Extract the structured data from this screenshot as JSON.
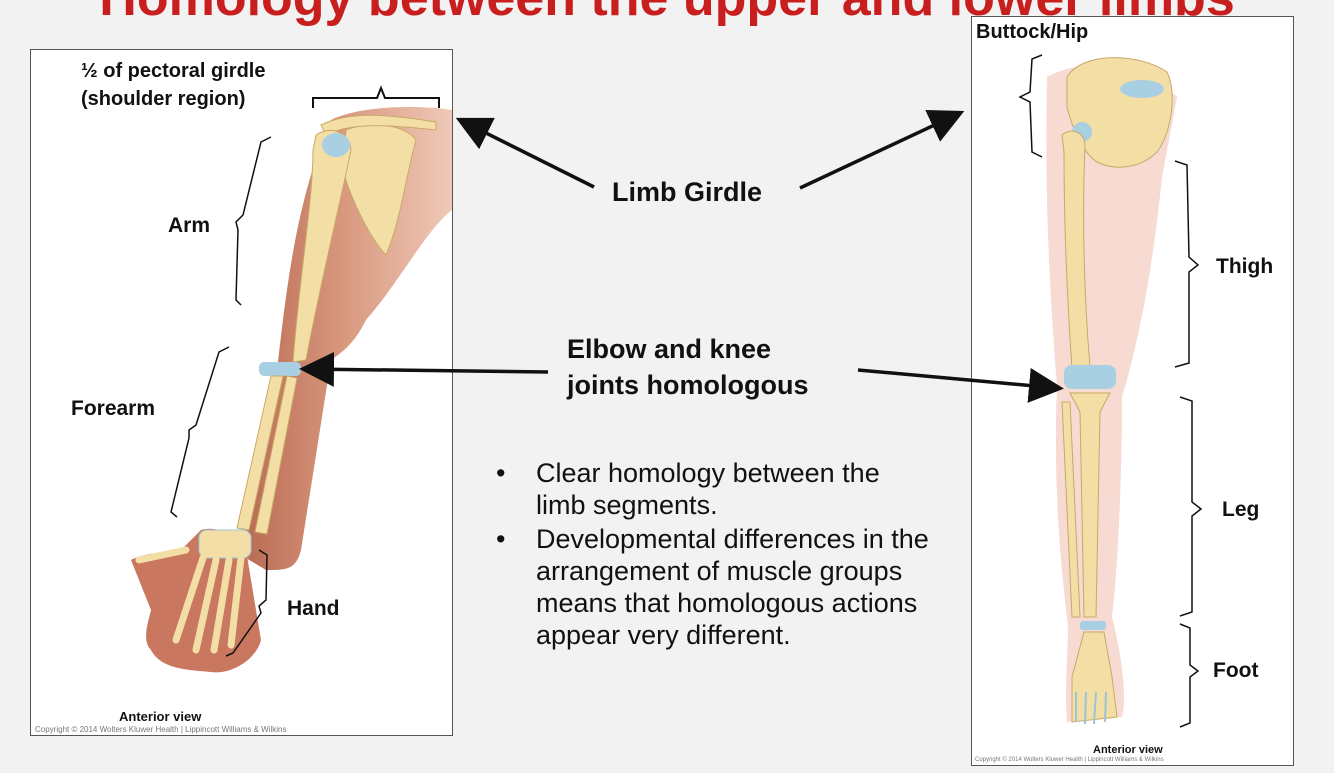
{
  "title": "Homology between the upper and lower limbs",
  "arm_panel": {
    "girdle_label": "½ of pectoral girdle",
    "girdle_label_2": "(shoulder region)",
    "arm": "Arm",
    "forearm": "Forearm",
    "hand": "Hand",
    "view": "Anterior view",
    "copyright": "Copyright © 2014 Wolters Kluwer Health | Lippincott Williams & Wilkins"
  },
  "leg_panel": {
    "hip": "Buttock/Hip",
    "thigh": "Thigh",
    "leg": "Leg",
    "foot": "Foot",
    "view": "Anterior view",
    "copyright": "Copyright © 2014 Wolters Kluwer Health | Lippincott Williams & Wilkins"
  },
  "center": {
    "limb_girdle": "Limb Girdle",
    "joints_line1": "Elbow and knee",
    "joints_line2": "joints homologous"
  },
  "bullets": [
    "Clear homology between the limb segments.",
    "Developmental differences in the arrangement of muscle groups means that homologous actions appear very different."
  ],
  "colors": {
    "title": "#c81e1e",
    "bone": "#f3dfa6",
    "skin_arm": "#c9856c",
    "skin_leg": "#f6d6cc",
    "cartilage": "#a9cfe2"
  }
}
